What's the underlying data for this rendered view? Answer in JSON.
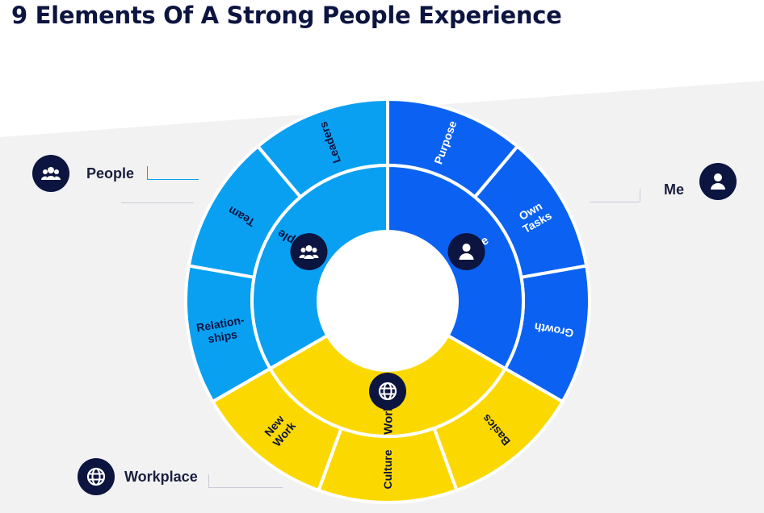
{
  "title": "9 Elements Of A Strong People Experience",
  "colors": {
    "navy": "#0c1440",
    "people_blue": "#0aa0f2",
    "me_blue": "#0b62f2",
    "workplace_yellow": "#fcd801",
    "background_gray": "#f2f2f3"
  },
  "groups": [
    {
      "name": "People",
      "icon": "people-group-icon",
      "elements": [
        "Leaders",
        "Team",
        "Relation-\nships"
      ]
    },
    {
      "name": "Me",
      "icon": "person-icon",
      "elements": [
        "Purpose",
        "Own\nTasks",
        "Growth"
      ]
    },
    {
      "name": "Workplace",
      "icon": "globe-icon",
      "elements": [
        "Basics",
        "Culture",
        "New\nWork"
      ]
    }
  ],
  "side_labels": {
    "people": "People",
    "me": "Me",
    "workplace": "Workplace"
  }
}
